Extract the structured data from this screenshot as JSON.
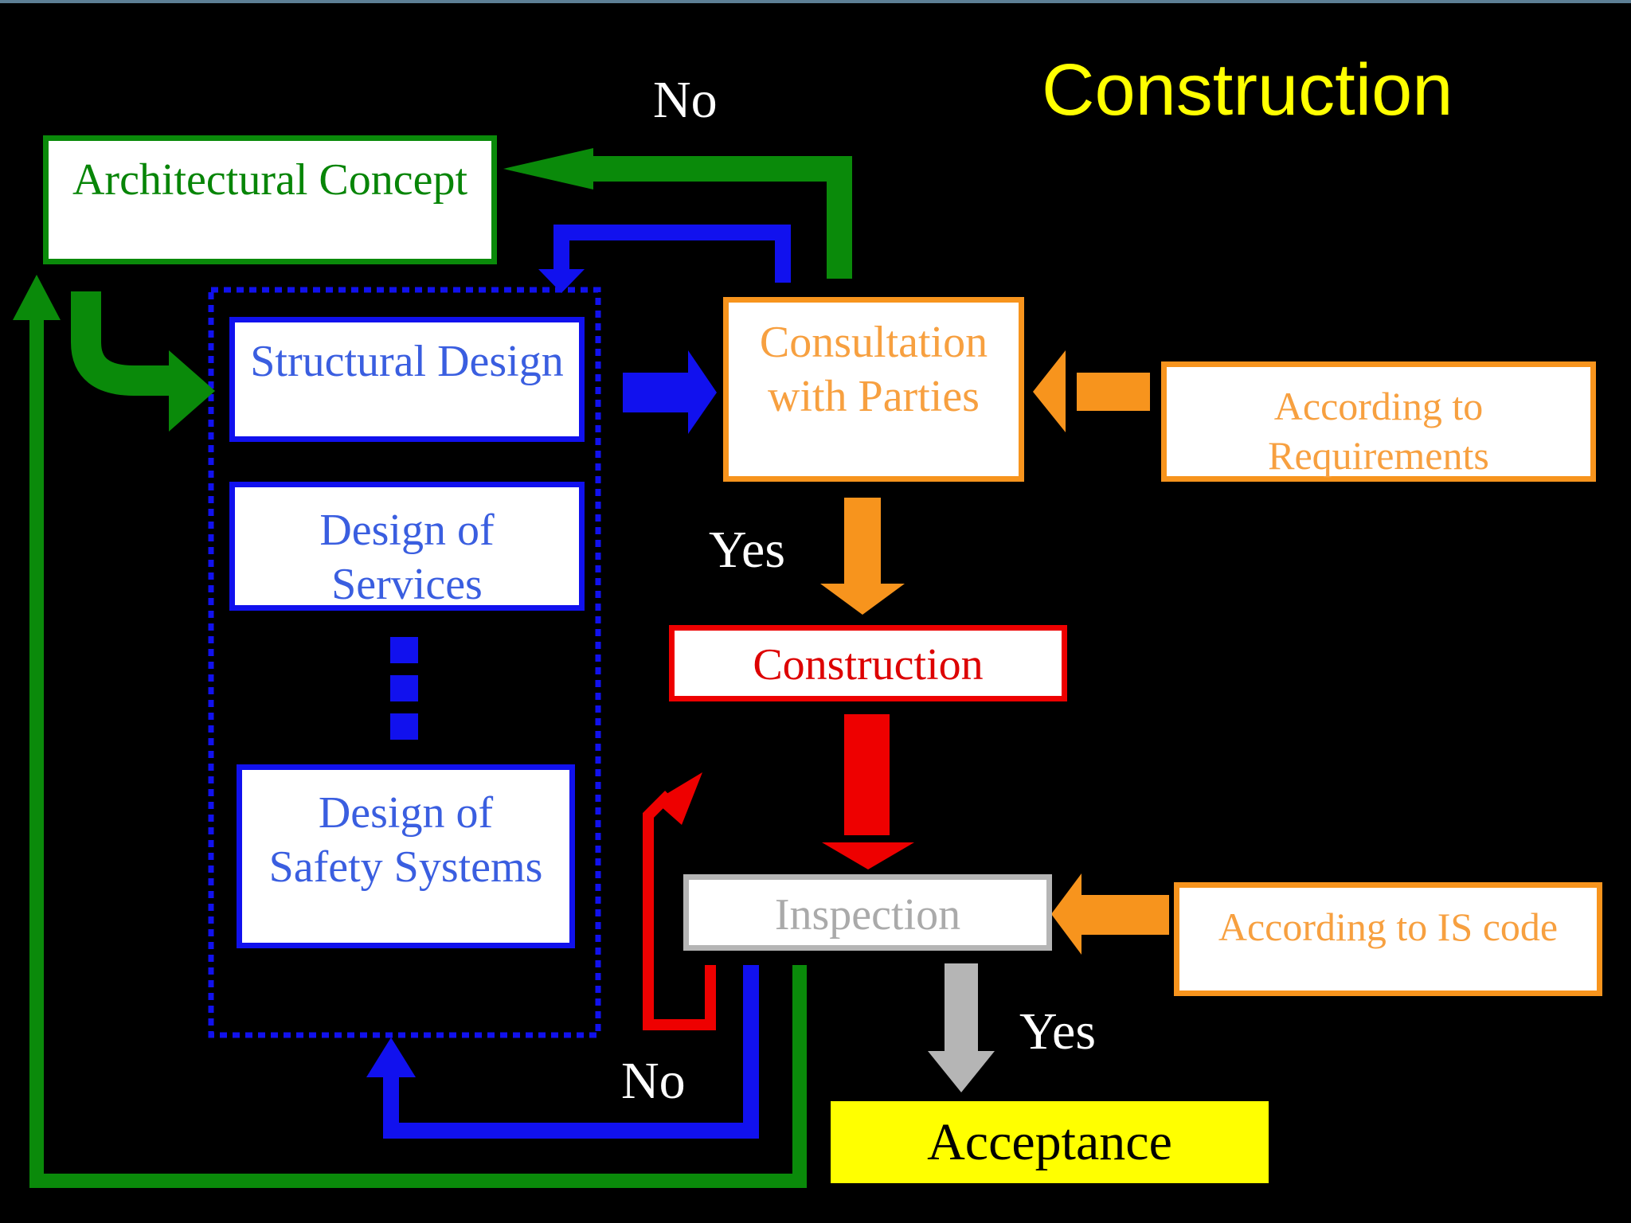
{
  "title": "Construction",
  "nodes": {
    "architectural_concept": "Architectural Concept",
    "structural_design": "Structural Design",
    "design_of_services": [
      "Design of",
      "Services"
    ],
    "design_of_safety_systems": [
      "Design of",
      "Safety Systems"
    ],
    "consultation": [
      "Consultation",
      "with Parties"
    ],
    "according_to_requirements": [
      "According to",
      "Requirements"
    ],
    "construction": "Construction",
    "inspection": "Inspection",
    "according_to_is_code": "According to IS code",
    "acceptance": "Acceptance"
  },
  "edge_labels": {
    "no_top": "No",
    "yes_consultation": "Yes",
    "no_inspection": "No",
    "yes_inspection": "Yes"
  },
  "colors": {
    "background": "#000000",
    "title": "#ffff00",
    "green": "#0a8a0a",
    "blue": "#1111ee",
    "orange": "#f7941d",
    "red": "#ee0000",
    "gray": "#b5b5b5",
    "yellow": "#ffff00"
  }
}
